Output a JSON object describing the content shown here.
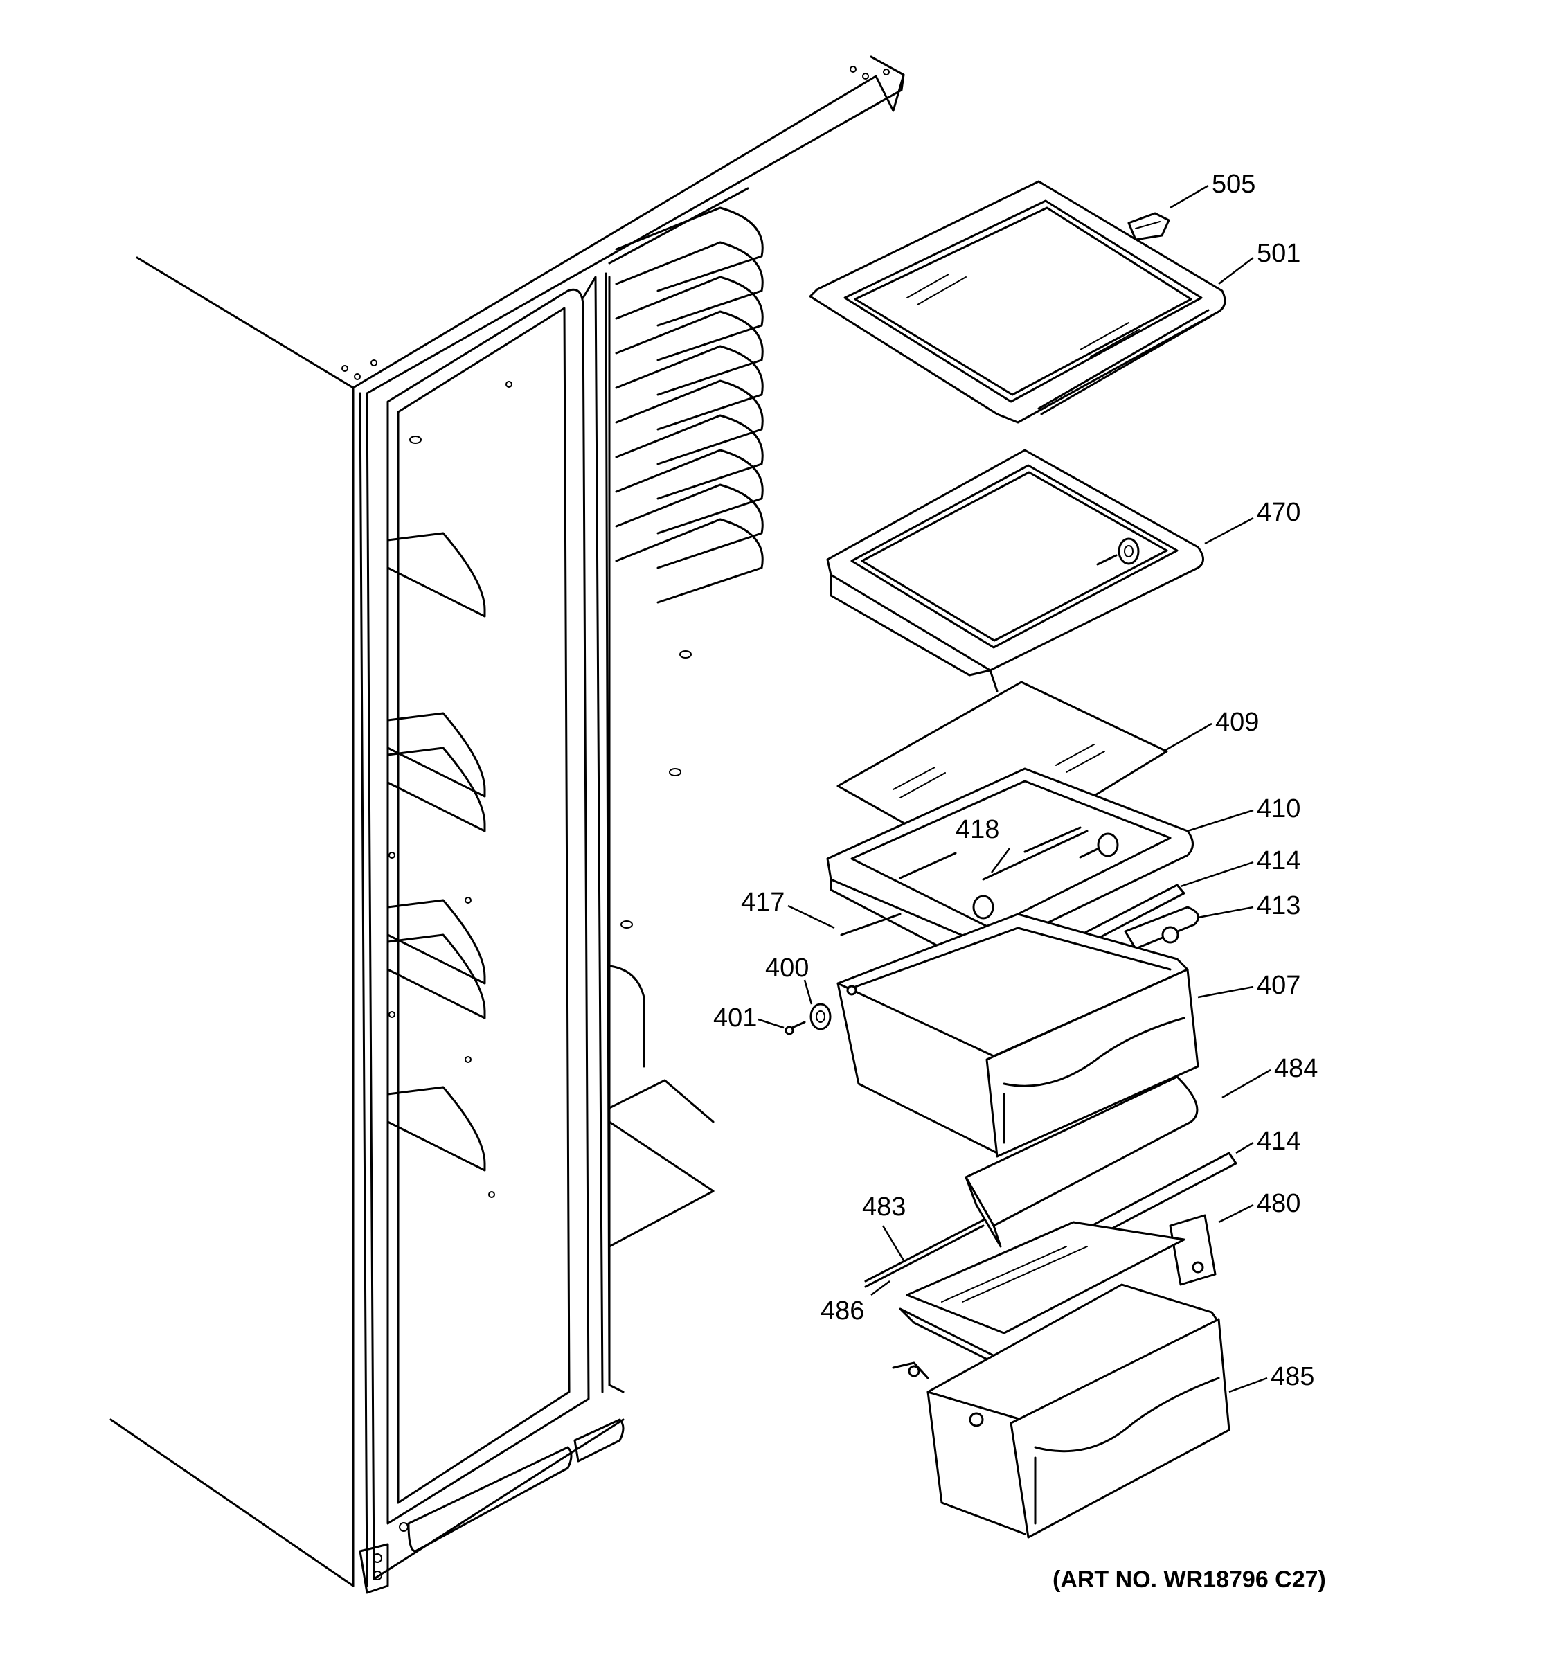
{
  "diagram": {
    "art_number": "(ART NO. WR18796 C27)",
    "callouts": {
      "c505": "505",
      "c501": "501",
      "c470": "470",
      "c409": "409",
      "c418": "418",
      "c410": "410",
      "c414a": "414",
      "c417": "417",
      "c413": "413",
      "c400": "400",
      "c401": "401",
      "c407": "407",
      "c484": "484",
      "c414b": "414",
      "c483": "483",
      "c480": "480",
      "c486": "486",
      "c485": "485"
    }
  }
}
